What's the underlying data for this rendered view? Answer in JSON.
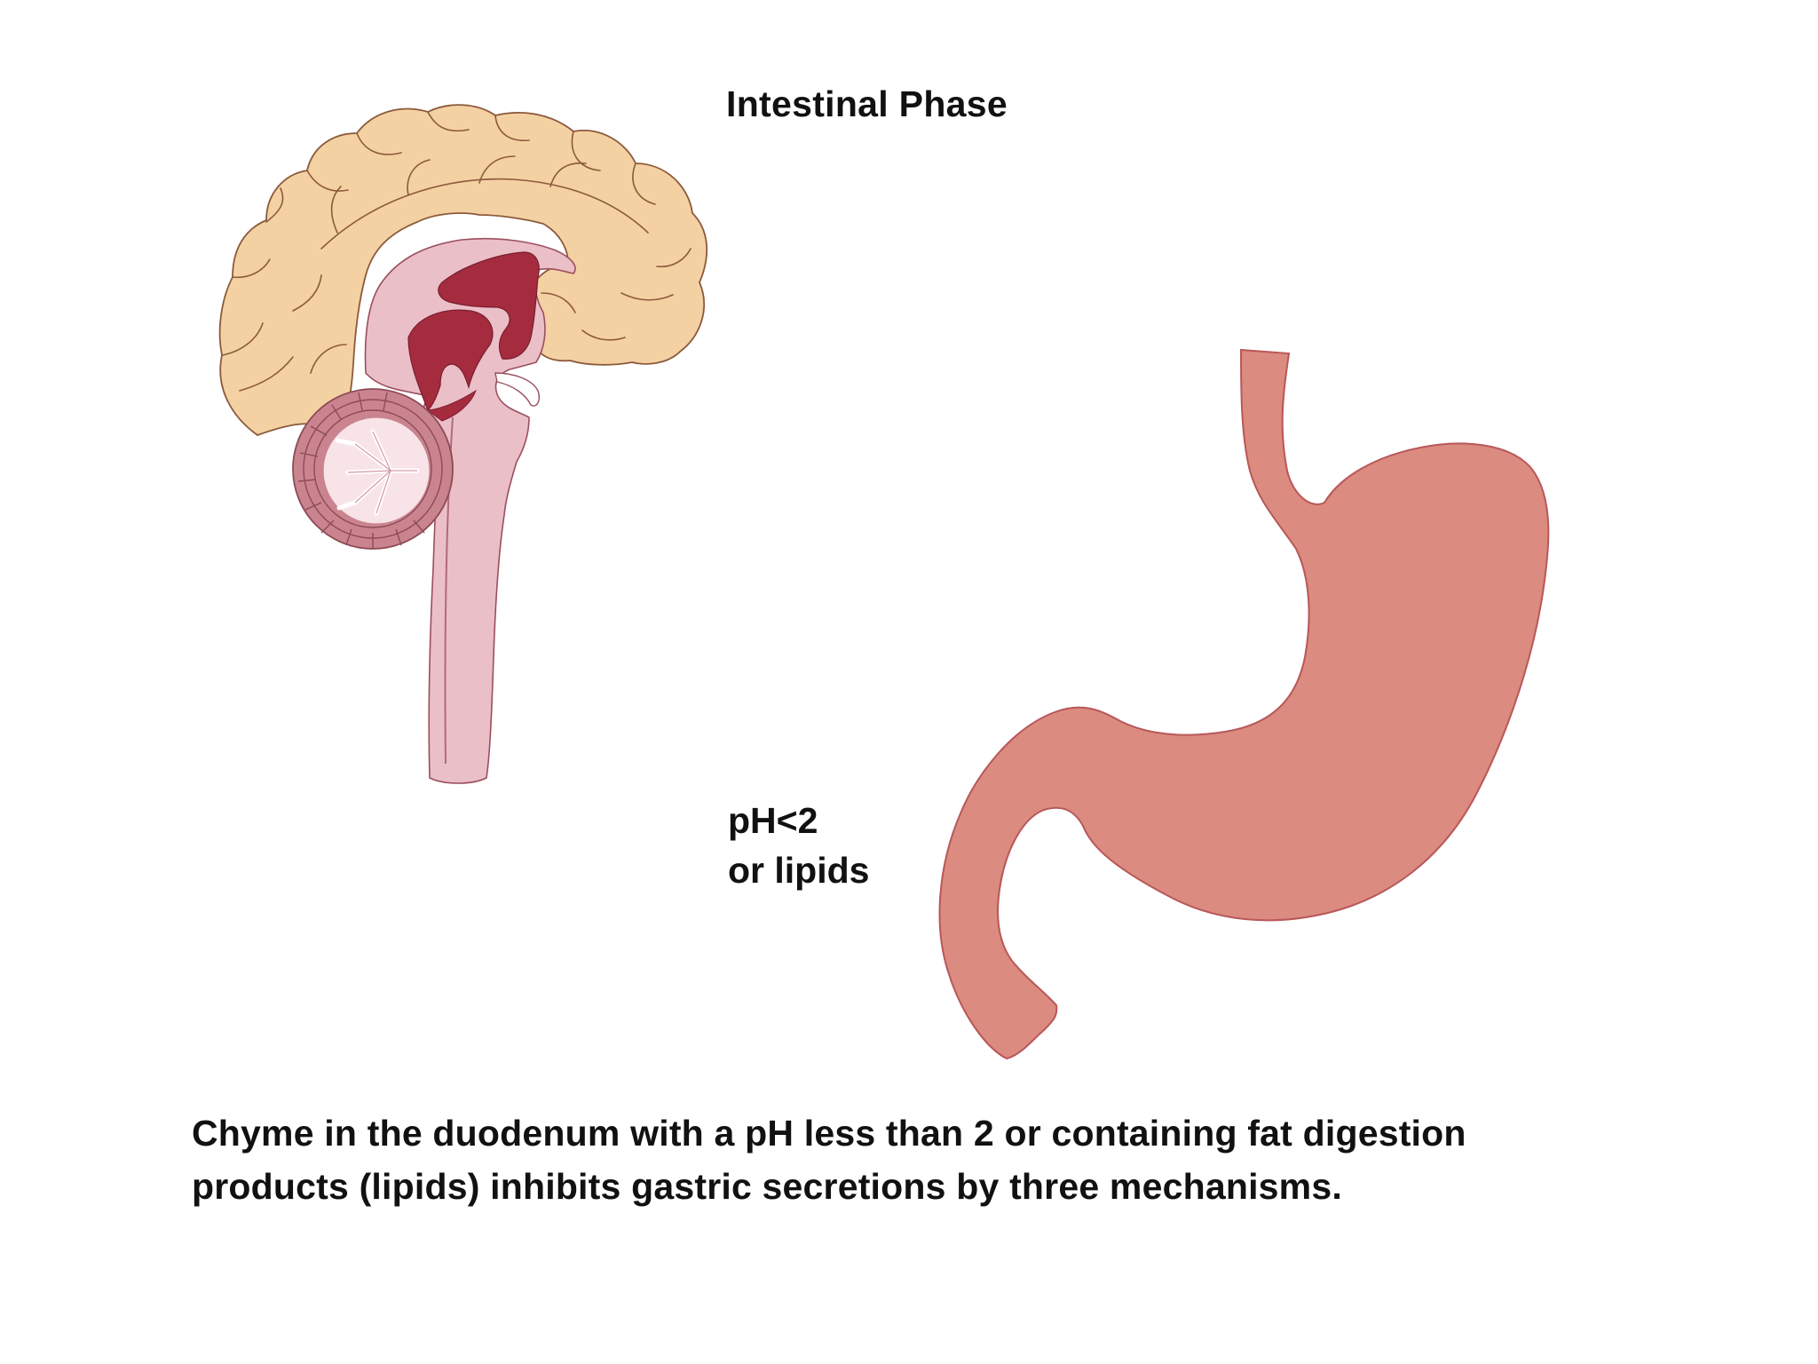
{
  "title": "Intestinal Phase",
  "stimulus": {
    "line1": "pH<2",
    "line2": "or lipids"
  },
  "caption": {
    "line1": "Chyme in the duodenum with a pH less than 2 or containing fat digestion",
    "line2": "products (lipids) inhibits gastric secretions by three mechanisms."
  },
  "colors": {
    "cerebrum_fill": "#f4d1a3",
    "cerebrum_stroke": "#8c5a3c",
    "brainstem_fill": "#ebbfc7",
    "ventricle_fill": "#a52b3f",
    "cerebellum_outer": "#c9848f",
    "cerebellum_inner": "#f8e4e8",
    "stomach_fill": "#db8b7f",
    "stomach_stroke": "#b9575a"
  }
}
